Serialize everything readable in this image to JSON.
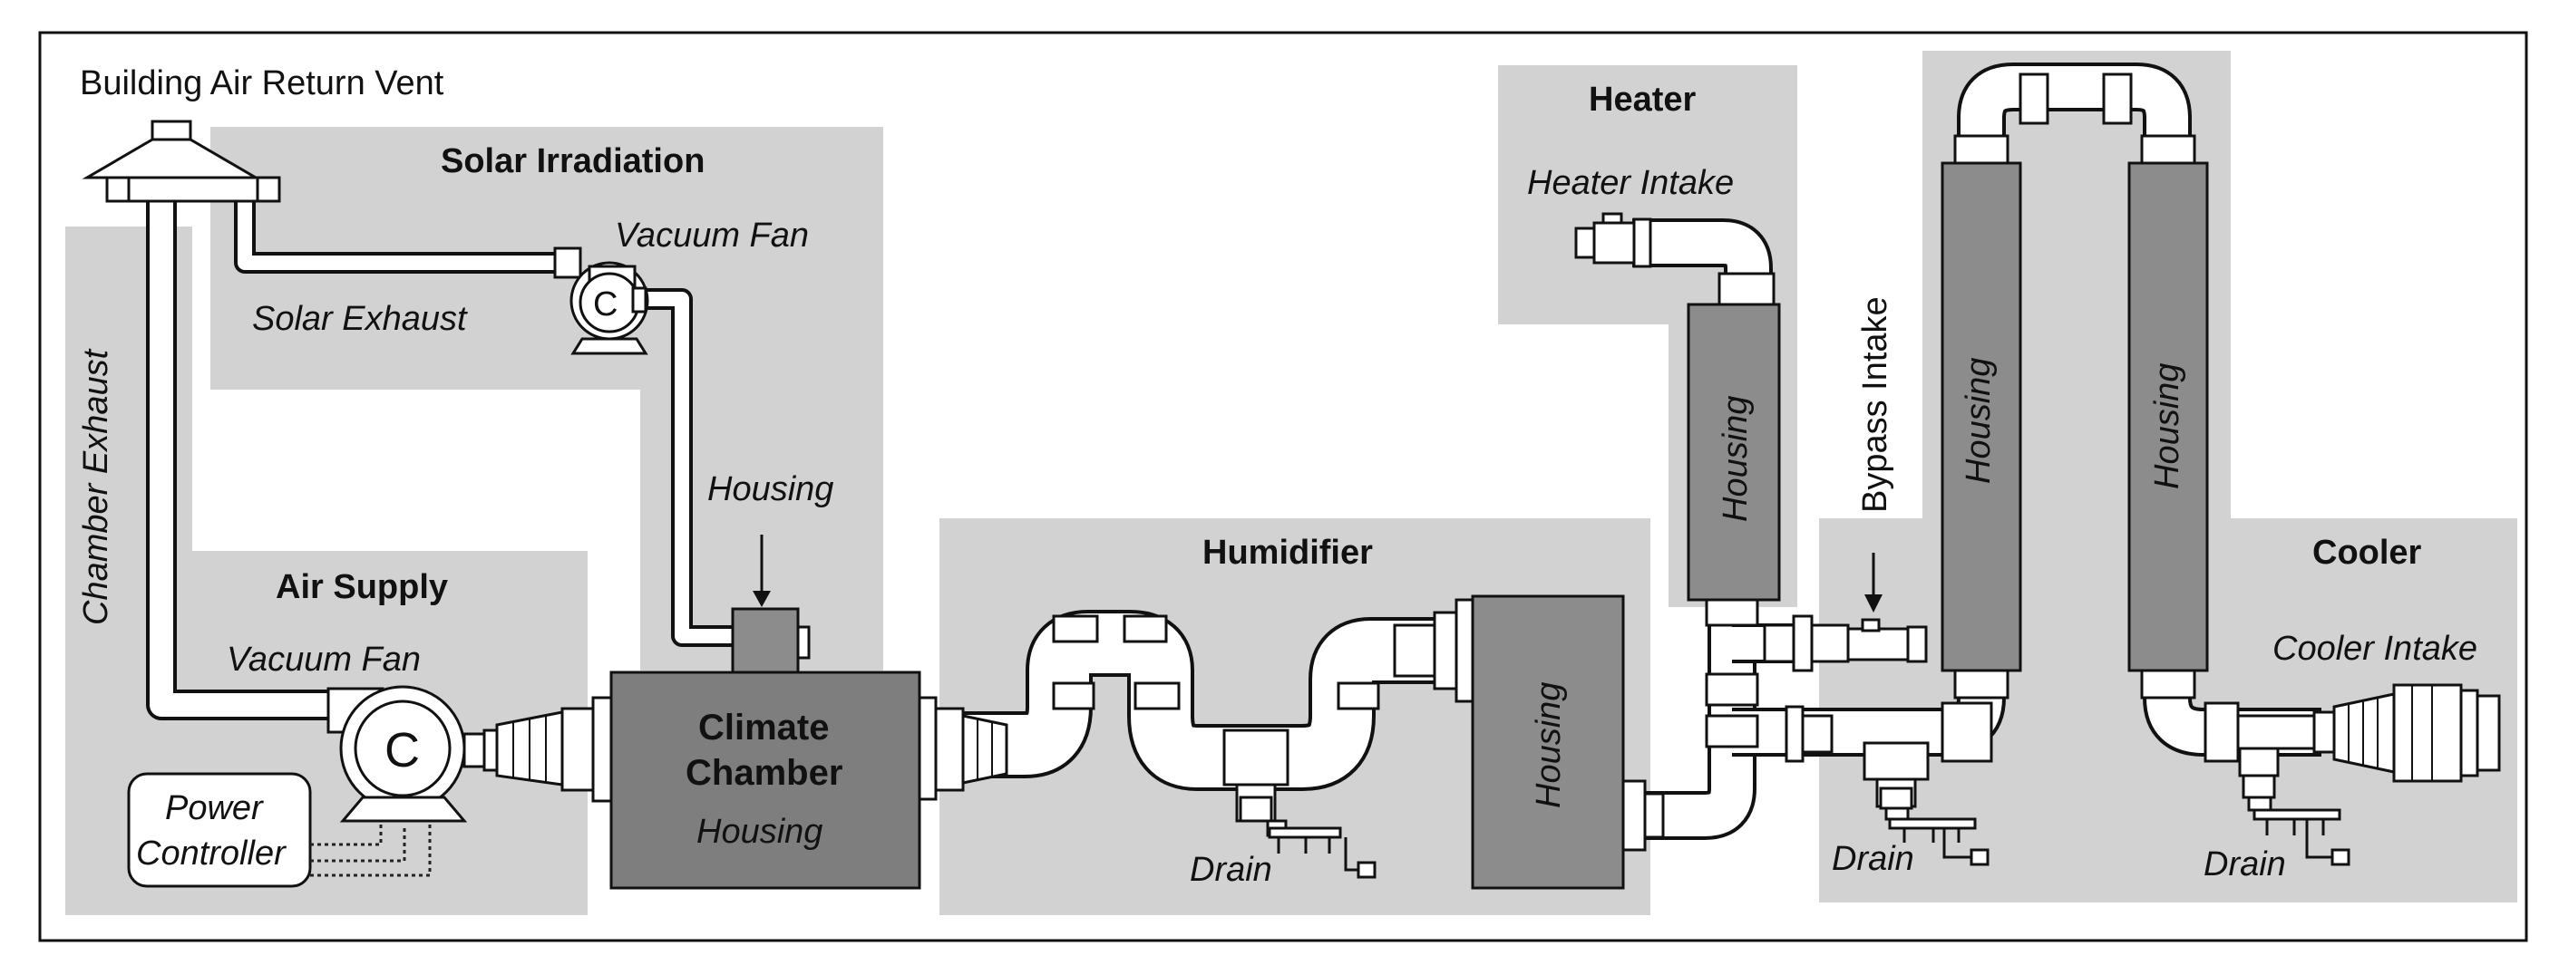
{
  "labels": {
    "building_air_return_vent": "Building Air Return Vent",
    "solar_irradiation": "Solar Irradiation",
    "vacuum_fan_solar": "Vacuum Fan",
    "solar_exhaust": "Solar Exhaust",
    "chamber_exhaust": "Chamber Exhaust",
    "housing_solar": "Housing",
    "air_supply": "Air Supply",
    "vacuum_fan_supply": "Vacuum Fan",
    "power_controller_line1": "Power",
    "power_controller_line2": "Controller",
    "climate_chamber_line1": "Climate",
    "climate_chamber_line2": "Chamber",
    "climate_chamber_housing": "Housing",
    "humidifier": "Humidifier",
    "housing_humidifier": "Housing",
    "drain_humidifier": "Drain",
    "heater": "Heater",
    "heater_intake": "Heater Intake",
    "housing_heater": "Housing",
    "bypass_intake": "Bypass Intake",
    "housing_tall_1": "Housing",
    "housing_tall_2": "Housing",
    "drain_middle": "Drain",
    "cooler": "Cooler",
    "cooler_intake": "Cooler Intake",
    "drain_cooler": "Drain"
  },
  "colors": {
    "region_fill": "#d2d2d2",
    "housing_fill": "#8c8c8c",
    "chamber_fill": "#7e7e7e",
    "outline": "#111111"
  }
}
